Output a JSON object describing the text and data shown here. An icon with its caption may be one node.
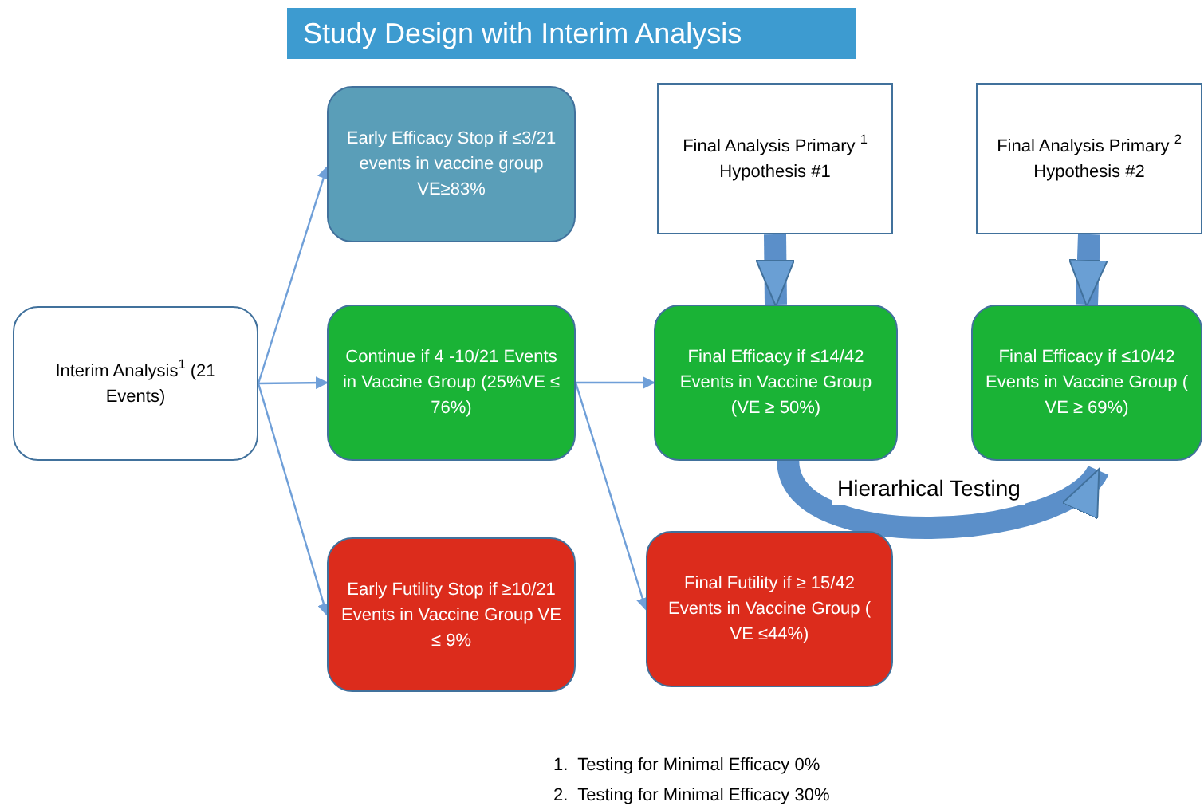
{
  "diagram": {
    "title": "Study Design with Interim Analysis",
    "nodes": [
      {
        "text": [
          "Interim Analysis$^{1}$ (21 Events)"
        ]
      },
      {
        "text": [
          "Early Efficacy Stop if ≤3/21 events in vaccine group VE≥83%"
        ]
      },
      {
        "text": [
          "Continue if 4 -10/21 Events in Vaccine Group (25%VE ≤ 76%)"
        ]
      },
      {
        "text": [
          "Early Futility Stop if ≥10/21 Events in Vaccine Group VE ≤ 9%"
        ]
      },
      {
        "text": [
          "Final Analysis Primary $^{1}$ Hypothesis #1"
        ]
      },
      {
        "text": [
          "Final Analysis Primary $^{2}$ Hypothesis #2"
        ]
      },
      {
        "text": [
          "Final Efficacy if ≤14/42 Events in Vaccine Group (VE ≥ 50%)"
        ]
      },
      {
        "text": [
          "Final Efficacy if ≤10/42 Events in Vaccine Group ( VE ≥ 69%)"
        ]
      },
      {
        "text": [
          "Final Futility if ≥ 15/42 Events in Vaccine Group ( VE ≤44%)"
        ]
      }
    ],
    "edges": [
      {
        "from": 0,
        "to": 1,
        "arrow": "to"
      },
      {
        "from": 0,
        "to": 2,
        "arrow": "to"
      },
      {
        "from": 0,
        "to": 3,
        "arrow": "to"
      },
      {
        "from": 2,
        "to": 6,
        "arrow": "to"
      },
      {
        "from": 2,
        "to": 8,
        "arrow": "to"
      },
      {
        "from": 4,
        "to": 6,
        "arrow": "to",
        "style": "thick"
      },
      {
        "from": 5,
        "to": 7,
        "arrow": "to",
        "style": "thick"
      },
      {
        "from": 6,
        "to": 7,
        "arrow": "to",
        "style": "thick",
        "label": "Hierarhical Testing"
      }
    ],
    "labels": [
      "1.  Testing for Minimal Efficacy 0%",
      "2.  Testing for Minimal Efficacy 30%"
    ]
  }
}
